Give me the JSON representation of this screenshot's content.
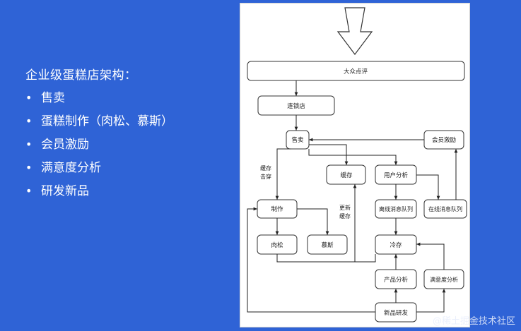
{
  "slide": {
    "title": "企业级蛋糕店架构：",
    "bullets": [
      "售卖",
      "蛋糕制作（肉松、慕斯）",
      "会员激励",
      "满意度分析",
      "研发新品"
    ],
    "bullet_symbol": "•"
  },
  "diagram": {
    "nodes": {
      "dazhong": "大众点评",
      "liansuo": "连锁店",
      "shoumai": "售卖",
      "huiyuan": "会员激励",
      "huancun": "缓存",
      "yonghu": "用户分析",
      "zhizuo": "制作",
      "lixian": "离线消息队列",
      "zaixian": "在线消息队列",
      "rousong": "肉松",
      "musi": "慕斯",
      "lengcun": "冷存",
      "chanpin": "产品分析",
      "manyidu": "满意度分析",
      "xinpin": "新品研发"
    },
    "edge_labels": {
      "cache_penetrate": [
        "缓存",
        "击穿"
      ],
      "cache_update": [
        "更新",
        "缓存"
      ]
    }
  },
  "watermark": "@稀土掘金技术社区"
}
